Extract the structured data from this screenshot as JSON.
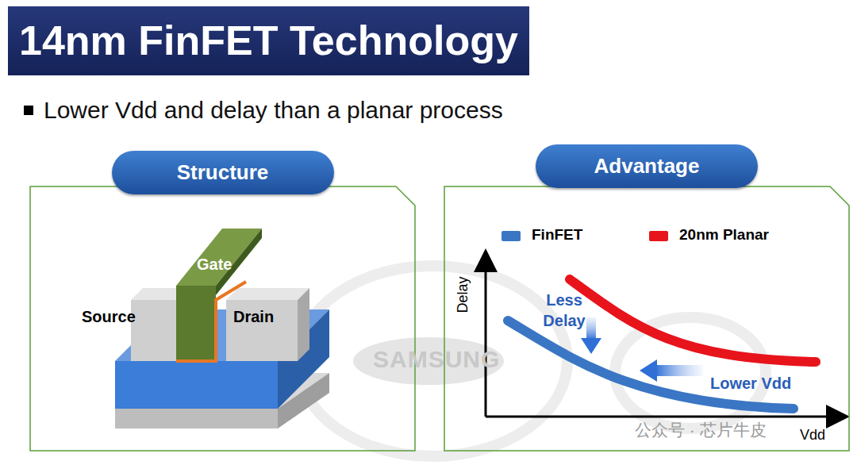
{
  "diagram": {
    "title": "14nm FinFET Technology",
    "nodes": [
      {
        "text": [
          "Structure"
        ]
      },
      {
        "text": [
          "Advantage"
        ]
      }
    ],
    "labels": [
      "Lower Vdd and delay than a planar process",
      "Gate",
      "Source",
      "Drain",
      "Delay",
      "Vdd",
      "Less Delay",
      "Lower Vdd",
      "SAMSUNG",
      "公众号 · 芯片牛皮"
    ],
    "legend": [
      {
        "text": "FinFET",
        "color": "#3a76c4"
      },
      {
        "text": "20nm Planar",
        "color": "#e8141c"
      }
    ]
  }
}
